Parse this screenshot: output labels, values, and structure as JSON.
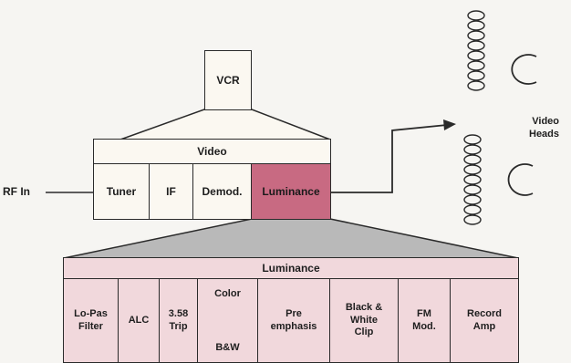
{
  "vcr": {
    "label": "VCR"
  },
  "video_bar": {
    "label": "Video"
  },
  "rf_in": {
    "label": "RF In"
  },
  "stages": [
    {
      "label": "Tuner"
    },
    {
      "label": "IF"
    },
    {
      "label": "Demod."
    },
    {
      "label": "Luminance"
    }
  ],
  "heads": {
    "line1": "Video",
    "line2": "Heads"
  },
  "luminance_panel": {
    "title": "Luminance",
    "blocks": [
      {
        "line1": "Lo-Pas",
        "line2": "Filter"
      },
      {
        "line1": "ALC"
      },
      {
        "line1": "3.58",
        "line2": "Trip"
      },
      {
        "top": "Color",
        "bottom": "B&W"
      },
      {
        "line1": "Pre",
        "line2": "emphasis"
      },
      {
        "line1": "Black &",
        "line2": "White",
        "line3": "Clip"
      },
      {
        "line1": "FM",
        "line2": "Mod."
      },
      {
        "line1": "Record",
        "line2": "Amp"
      }
    ]
  },
  "colors": {
    "box_fill": "#fbf8f1",
    "highlight": "#c86a82",
    "panel_fill": "#f1d8dc",
    "funnel_fill": "#b9b9b9"
  }
}
